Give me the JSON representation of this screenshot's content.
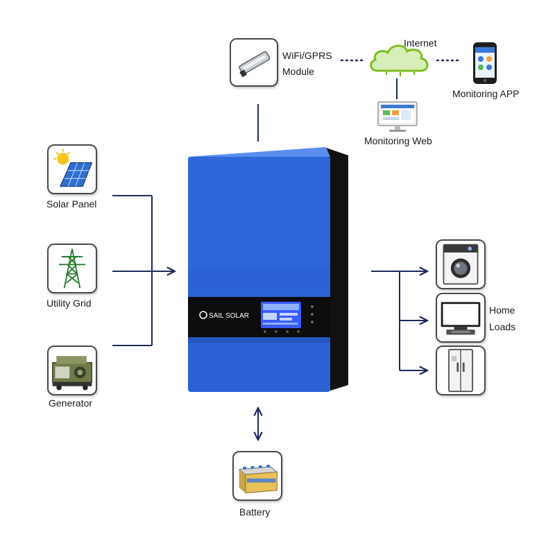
{
  "colors": {
    "inverter_blue": "#2b63d6",
    "inverter_side": "#111111",
    "wire": "#1f2a5a",
    "cloud_green": "#7dbe1e"
  },
  "inverter": {
    "brand": "SAIL SOLAR"
  },
  "inputs": [
    {
      "label": "Solar Panel",
      "icon": "solar-panel-icon"
    },
    {
      "label": "Utility Grid",
      "icon": "power-tower-icon"
    },
    {
      "label": "Generator",
      "icon": "generator-icon"
    }
  ],
  "communication": {
    "module_label_1": "WiFi/GPRS",
    "module_label_2": "Module",
    "internet_label": "Internet",
    "app_label": "Monitoring APP",
    "web_label": "Monitoring Web"
  },
  "loads": {
    "label_1": "Home",
    "label_2": "Loads",
    "icons": [
      "washing-machine-icon",
      "television-icon",
      "refrigerator-icon"
    ]
  },
  "battery": {
    "label": "Battery",
    "icon": "battery-icon"
  }
}
